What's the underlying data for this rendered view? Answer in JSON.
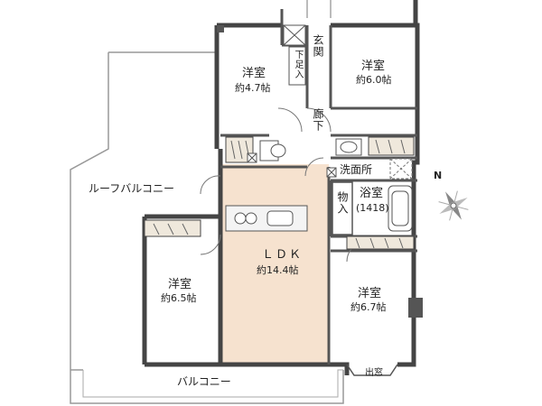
{
  "rooms": {
    "western_nw": {
      "name": "洋室",
      "area": "約4.7帖"
    },
    "western_ne": {
      "name": "洋室",
      "area": "約6.0帖"
    },
    "western_w": {
      "name": "洋室",
      "area": "約6.5帖"
    },
    "western_se": {
      "name": "洋室",
      "area": "約6.7帖"
    },
    "ldk": {
      "name": "ＬＤＫ",
      "area": "約14.4帖"
    },
    "bath": {
      "name": "浴室",
      "size": "(1418)"
    }
  },
  "labels": {
    "entrance": "玄関",
    "shoe_closet": "下足入",
    "hallway": "廊下",
    "washroom": "洗面所",
    "storage": "物入",
    "roof_balcony": "ルーフバルコニー",
    "balcony": "バルコニー",
    "bay_window": "出窓",
    "north": "N"
  }
}
